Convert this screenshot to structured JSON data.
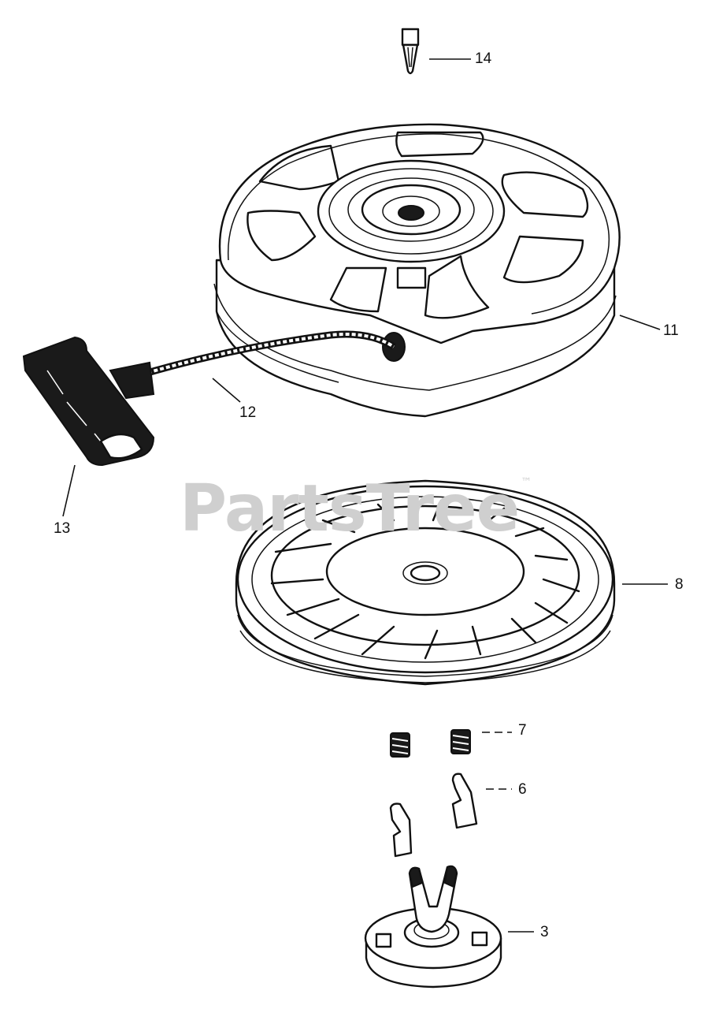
{
  "watermark": {
    "brand": "PartsTree",
    "trademark": "™"
  },
  "callouts": [
    {
      "id": "14",
      "label": "14"
    },
    {
      "id": "11",
      "label": "11"
    },
    {
      "id": "12",
      "label": "12"
    },
    {
      "id": "13",
      "label": "13"
    },
    {
      "id": "8",
      "label": "8"
    },
    {
      "id": "7",
      "label": "7"
    },
    {
      "id": "6",
      "label": "6"
    },
    {
      "id": "3",
      "label": "3"
    }
  ]
}
